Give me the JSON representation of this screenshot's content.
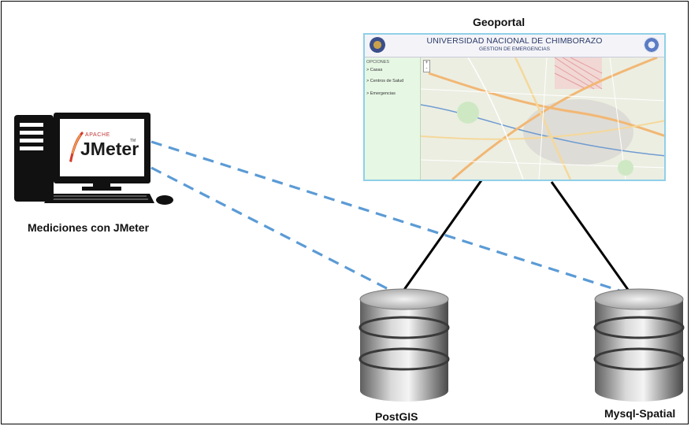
{
  "diagram": {
    "geoportal_label": "Geoportal",
    "client_label": "Mediciones con JMeter",
    "db1_label": "PostGIS",
    "db2_label": "Mysql-Spatial"
  },
  "portal": {
    "title": "UNIVERSIDAD NACIONAL DE CHIMBORAZO",
    "subtitle": "GESTION DE EMERGENCIAS",
    "sidebar_heading": "OPCIONES",
    "sidebar_items": [
      "> Casas",
      "> Centros de Salud",
      "> Emergencias"
    ],
    "zoom_in": "+",
    "zoom_out": "-"
  },
  "jmeter": {
    "apache": "APACHE",
    "name": "JMeter",
    "tm": "TM"
  },
  "colors": {
    "dashed_link": "#5b9bd5",
    "solid_link": "#000000",
    "db_body": "#9a9a9a"
  }
}
